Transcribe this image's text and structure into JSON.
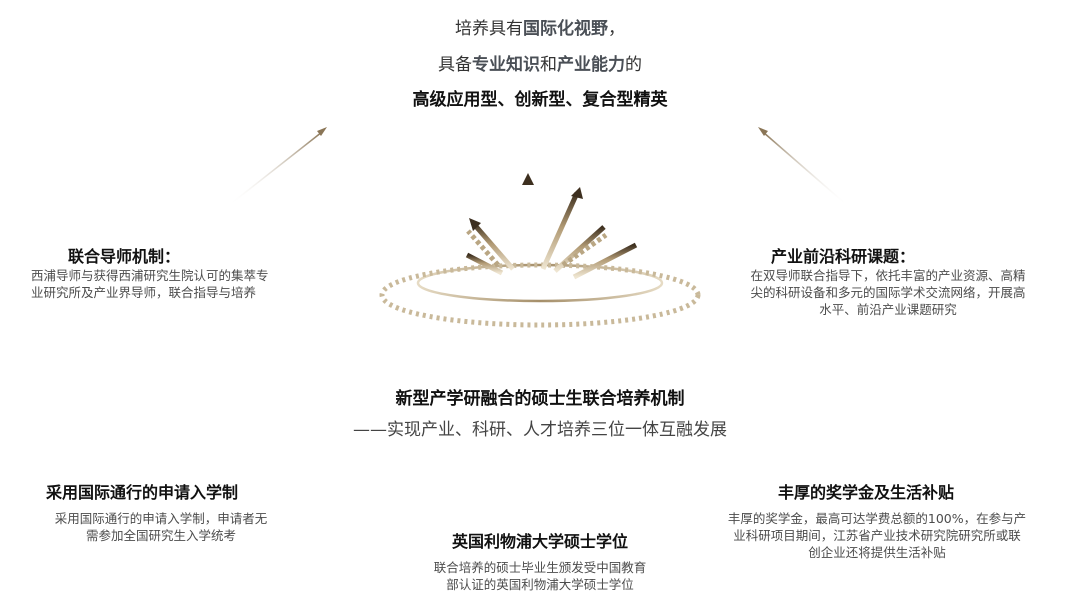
{
  "top": {
    "line1": [
      "培养具有",
      "国际化视野",
      "，"
    ],
    "line2": [
      "具备",
      "专业知识",
      "和",
      "产业能力",
      "的"
    ],
    "line3": "高级应用型、创新型、复合型精英"
  },
  "left_top": {
    "title": "联合导师机制：",
    "desc1": "西浦导师与获得西浦研究生院认可的集萃专",
    "desc2": "业研究所及产业界导师，联合指导与培养"
  },
  "right_top": {
    "title": "产业前沿科研课题：",
    "desc1": "在双导师联合指导下，依托丰富的产业资源、高精",
    "desc2": "尖的科研设备和多元的国际学术交流网络，开展高",
    "desc3": "水平、前沿产业课题研究"
  },
  "center": {
    "title": "新型产学研融合的硕士生联合培养机制",
    "subtitle": "——实现产业、科研、人才培养三位一体互融发展"
  },
  "bottom_left": {
    "title": "采用国际通行的申请入学制",
    "desc1": "采用国际通行的申请入学制，申请者无",
    "desc2": "需参加全国研究生入学统考"
  },
  "bottom_center": {
    "title": "英国利物浦大学硕士学位",
    "desc1": "联合培养的硕士毕业生颁发受中国教育",
    "desc2": "部认证的英国利物浦大学硕士学位"
  },
  "bottom_right": {
    "title": "丰厚的奖学金及生活补贴",
    "desc1": "丰厚的奖学金，最高可达学费总额的100%，在参与产",
    "desc2": "业科研项目期间，江苏省产业技术研究院研究所或联",
    "desc3": "创企业还将提供生活补贴"
  },
  "colors": {
    "gold_light": "#d8c7a4",
    "gold": "#a8926d",
    "gold_dark": "#4a3a26"
  },
  "icons": [
    "burst-arrows-icon",
    "diagonal-arrow-left-icon",
    "diagonal-arrow-right-icon"
  ]
}
